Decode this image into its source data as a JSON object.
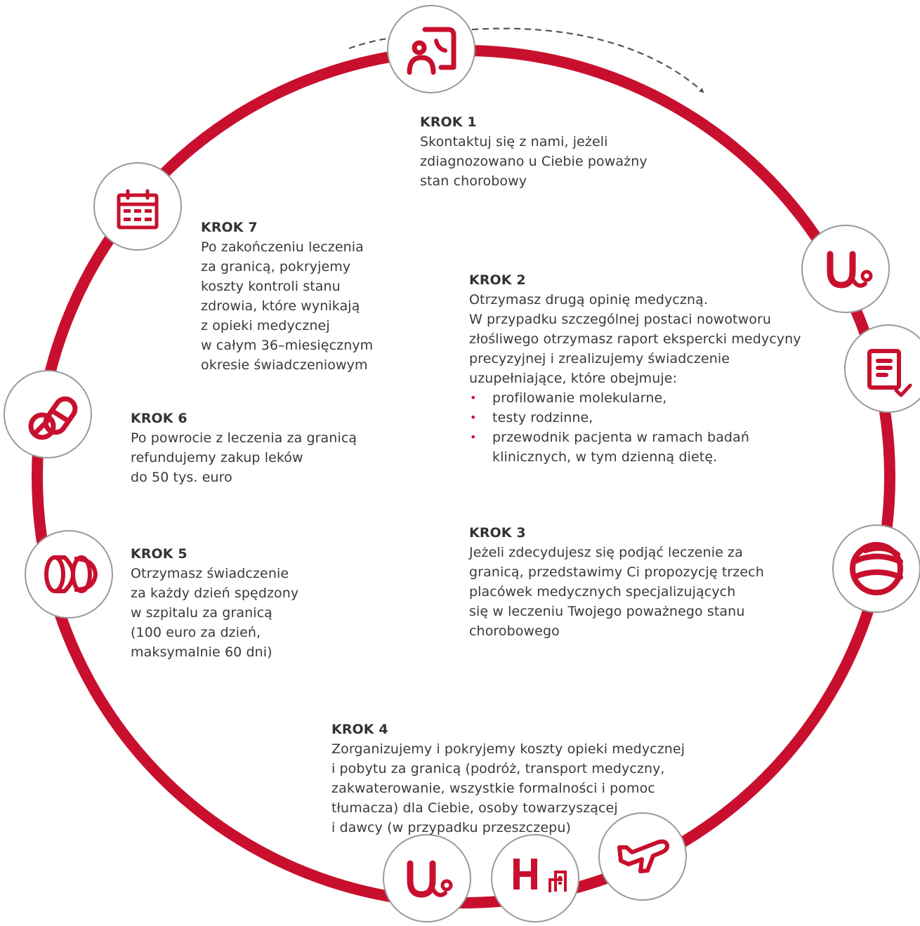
{
  "colors": {
    "accent": "#c8102e",
    "ring": "#c8102e",
    "circle_border": "#9a9a9a",
    "text": "#3a3a3a"
  },
  "icons": [
    "phone-contact-icon",
    "stethoscope-icon",
    "medical-report-icon",
    "globe-icon",
    "airplane-icon",
    "hospital-building-icon",
    "stethoscope-icon",
    "pill-capsule-icon",
    "pill-tablet-icon",
    "calendar-icon"
  ],
  "steps": {
    "s1": {
      "title": "KROK 1",
      "text": "Skontaktuj się z nami, jeżeli\nzdiagnozowano u Ciebie poważny\nstan chorobowy"
    },
    "s2": {
      "title": "KROK 2",
      "text": "Otrzymasz drugą opinię medyczną.\nW przypadku szczególnej postaci nowotworu\nzłośliwego otrzymasz raport ekspercki medycyny\nprecyzyjnej i zrealizujemy świadczenie\nuzupełniające, które obejmuje:",
      "bullets": [
        "profilowanie molekularne,",
        "testy rodzinne,",
        "przewodnik pacjenta w ramach badań\nklinicznych, w tym dzienną dietę."
      ]
    },
    "s3": {
      "title": "KROK 3",
      "text": "Jeżeli zdecydujesz się podjąć leczenie za\ngranicą, przedstawimy Ci propozycję trzech\nplacówek medycznych specjalizujących\nsię w leczeniu Twojego poważnego stanu\nchorobowego"
    },
    "s4": {
      "title": "KROK 4",
      "text": "Zorganizujemy i pokryjemy koszty opieki medycznej\ni pobytu za granicą (podróż, transport medyczny,\nzakwaterowanie, wszystkie formalności i pomoc\ntłumacza) dla Ciebie, osoby towarzyszącej\ni dawcy (w przypadku przeszczepu)"
    },
    "s5": {
      "title": "KROK 5",
      "text": "Otrzymasz świadczenie\nza każdy dzień spędzony\nw szpitalu za granicą\n(100 euro za dzień,\nmaksymalnie 60 dni)"
    },
    "s6": {
      "title": "KROK 6",
      "text": "Po powrocie z leczenia za granicą\nrefundujemy zakup leków\ndo 50 tys. euro"
    },
    "s7": {
      "title": "KROK 7",
      "text": "Po zakończeniu leczenia\nza granicą, pokryjemy\nkoszty kontroli stanu\nzdrowia, które wynikają\nz opieki medycznej\nw całym 36–miesięcznym\nokresie świadczeniowym"
    }
  }
}
